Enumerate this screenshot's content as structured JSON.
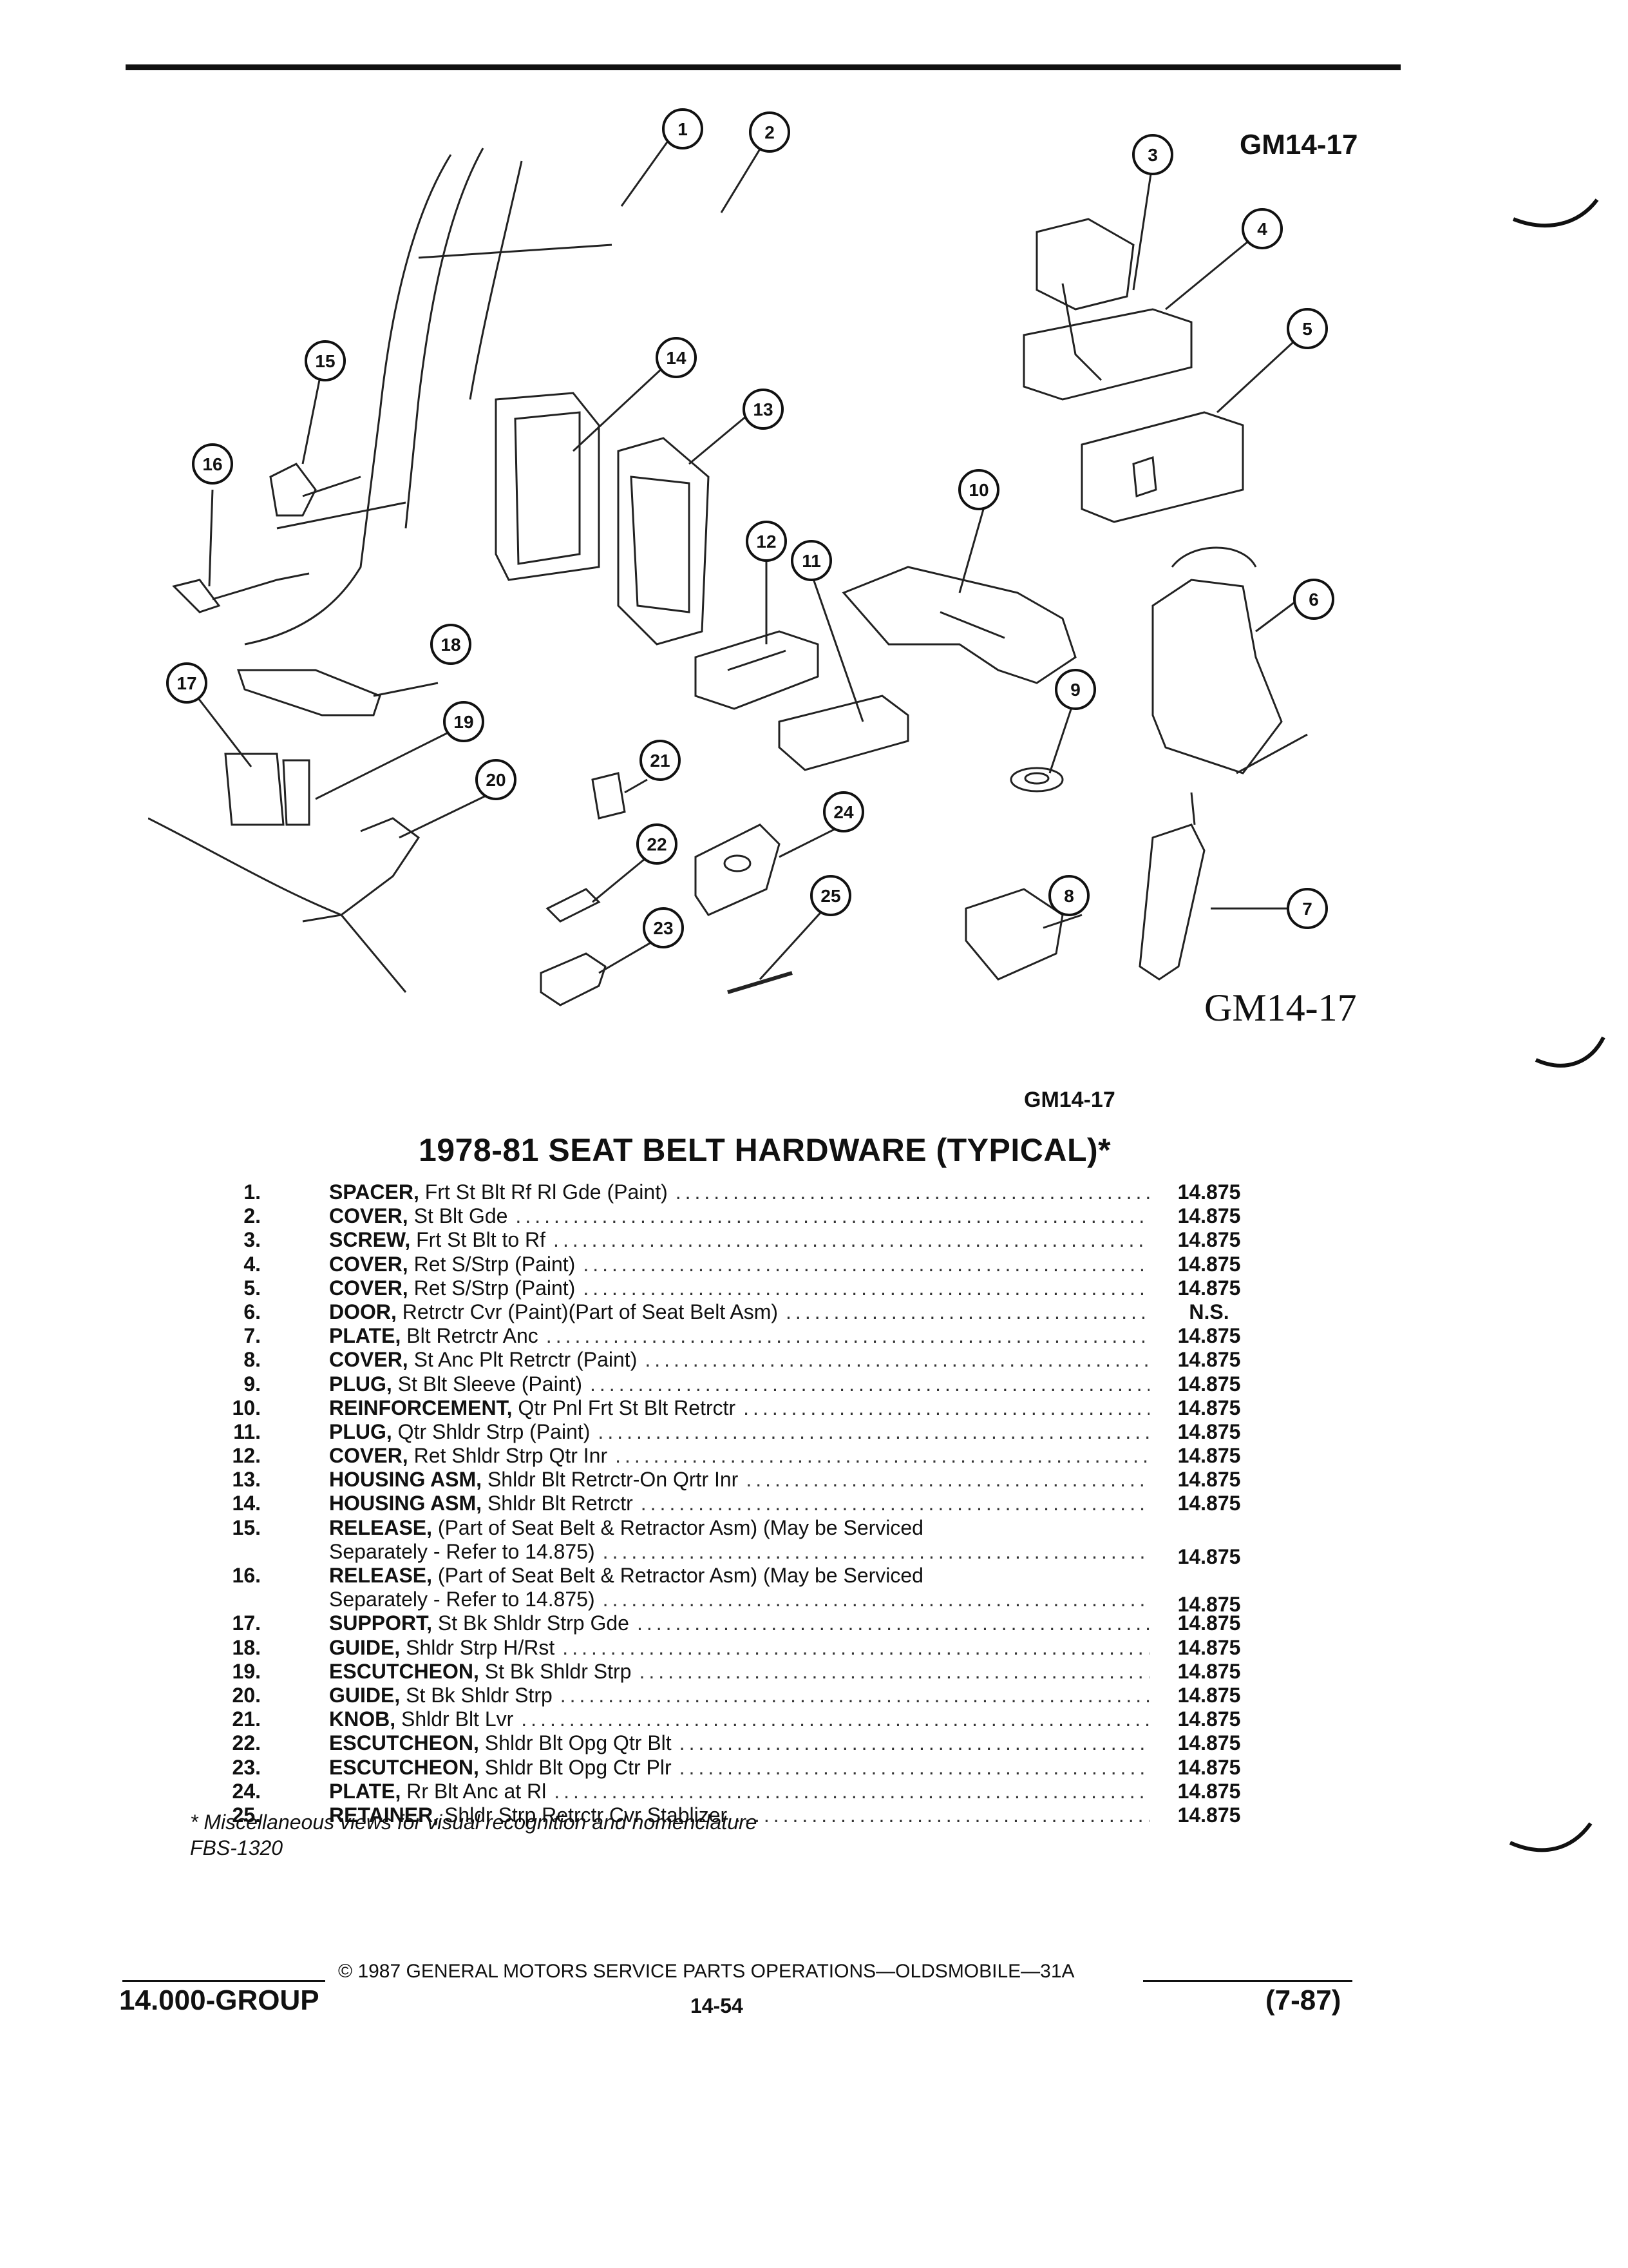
{
  "figure": {
    "id_top": "GM14-17",
    "id_big": "GM14-17",
    "id_small": "GM14-17",
    "callouts": [
      "1",
      "2",
      "3",
      "4",
      "5",
      "6",
      "7",
      "8",
      "9",
      "10",
      "11",
      "12",
      "13",
      "14",
      "15",
      "16",
      "17",
      "18",
      "19",
      "20",
      "21",
      "22",
      "23",
      "24",
      "25"
    ]
  },
  "title": "1978-81 SEAT BELT HARDWARE (TYPICAL)*",
  "parts": [
    {
      "num": "1.",
      "name": "SPACER,",
      "desc": " Frt St Blt Rf Rl Gde (Paint)",
      "ref": "14.875"
    },
    {
      "num": "2.",
      "name": "COVER,",
      "desc": " St Blt Gde",
      "ref": "14.875"
    },
    {
      "num": "3.",
      "name": "SCREW,",
      "desc": " Frt St Blt to Rf",
      "ref": "14.875"
    },
    {
      "num": "4.",
      "name": "COVER,",
      "desc": " Ret S/Strp (Paint)",
      "ref": "14.875"
    },
    {
      "num": "5.",
      "name": "COVER,",
      "desc": " Ret S/Strp (Paint)",
      "ref": "14.875"
    },
    {
      "num": "6.",
      "name": "DOOR,",
      "desc": " Retrctr Cvr (Paint)(Part of Seat Belt Asm)",
      "ref": "N.S."
    },
    {
      "num": "7.",
      "name": "PLATE,",
      "desc": " Blt Retrctr Anc",
      "ref": "14.875"
    },
    {
      "num": "8.",
      "name": "COVER,",
      "desc": " St Anc Plt Retrctr (Paint)",
      "ref": "14.875"
    },
    {
      "num": "9.",
      "name": "PLUG,",
      "desc": " St Blt Sleeve (Paint)",
      "ref": "14.875"
    },
    {
      "num": "10.",
      "name": "REINFORCEMENT,",
      "desc": " Qtr Pnl Frt St Blt Retrctr",
      "ref": "14.875"
    },
    {
      "num": "11.",
      "name": "PLUG,",
      "desc": " Qtr Shldr Strp (Paint)",
      "ref": "14.875"
    },
    {
      "num": "12.",
      "name": "COVER,",
      "desc": " Ret Shldr Strp Qtr Inr",
      "ref": "14.875"
    },
    {
      "num": "13.",
      "name": "HOUSING ASM,",
      "desc": " Shldr Blt Retrctr-On Qrtr Inr",
      "ref": "14.875"
    },
    {
      "num": "14.",
      "name": "HOUSING ASM,",
      "desc": " Shldr Blt Retrctr",
      "ref": "14.875"
    },
    {
      "num": "15.",
      "name": "RELEASE,",
      "desc": " (Part of Seat Belt & Retractor Asm) (May be Serviced",
      "ref": ""
    },
    {
      "num": "",
      "name": "",
      "desc": "Separately - Refer to 14.875)",
      "ref": "14.875"
    },
    {
      "num": "16.",
      "name": "RELEASE,",
      "desc": " (Part of Seat Belt & Retractor Asm) (May be Serviced",
      "ref": ""
    },
    {
      "num": "",
      "name": "",
      "desc": "Separately - Refer to 14.875)",
      "ref": "14.875"
    },
    {
      "num": "17.",
      "name": "SUPPORT,",
      "desc": " St Bk Shldr Strp Gde",
      "ref": "14.875"
    },
    {
      "num": "18.",
      "name": "GUIDE,",
      "desc": " Shldr Strp H/Rst",
      "ref": "14.875"
    },
    {
      "num": "19.",
      "name": "ESCUTCHEON,",
      "desc": " St Bk Shldr Strp",
      "ref": "14.875"
    },
    {
      "num": "20.",
      "name": "GUIDE,",
      "desc": " St Bk Shldr Strp",
      "ref": "14.875"
    },
    {
      "num": "21.",
      "name": "KNOB,",
      "desc": " Shldr Blt Lvr",
      "ref": "14.875"
    },
    {
      "num": "22.",
      "name": "ESCUTCHEON,",
      "desc": " Shldr Blt Opg Qtr Blt",
      "ref": "14.875"
    },
    {
      "num": "23.",
      "name": "ESCUTCHEON,",
      "desc": " Shldr Blt Opg Ctr Plr",
      "ref": "14.875"
    },
    {
      "num": "24.",
      "name": "PLATE,",
      "desc": " Rr Blt Anc at Rl",
      "ref": "14.875"
    },
    {
      "num": "25.",
      "name": "RETAINER,",
      "desc": " Shldr Strp Retrctr Cvr Stablizer",
      "ref": "14.875"
    }
  ],
  "note": "* Miscellaneous views for visual recognition and nomenclature",
  "fbs": "FBS-1320",
  "footer": {
    "copyright": "© 1987 GENERAL MOTORS SERVICE PARTS OPERATIONS—OLDSMOBILE—31A",
    "group": "14.000-GROUP",
    "page": "14-54",
    "rev": "(7-87)"
  }
}
